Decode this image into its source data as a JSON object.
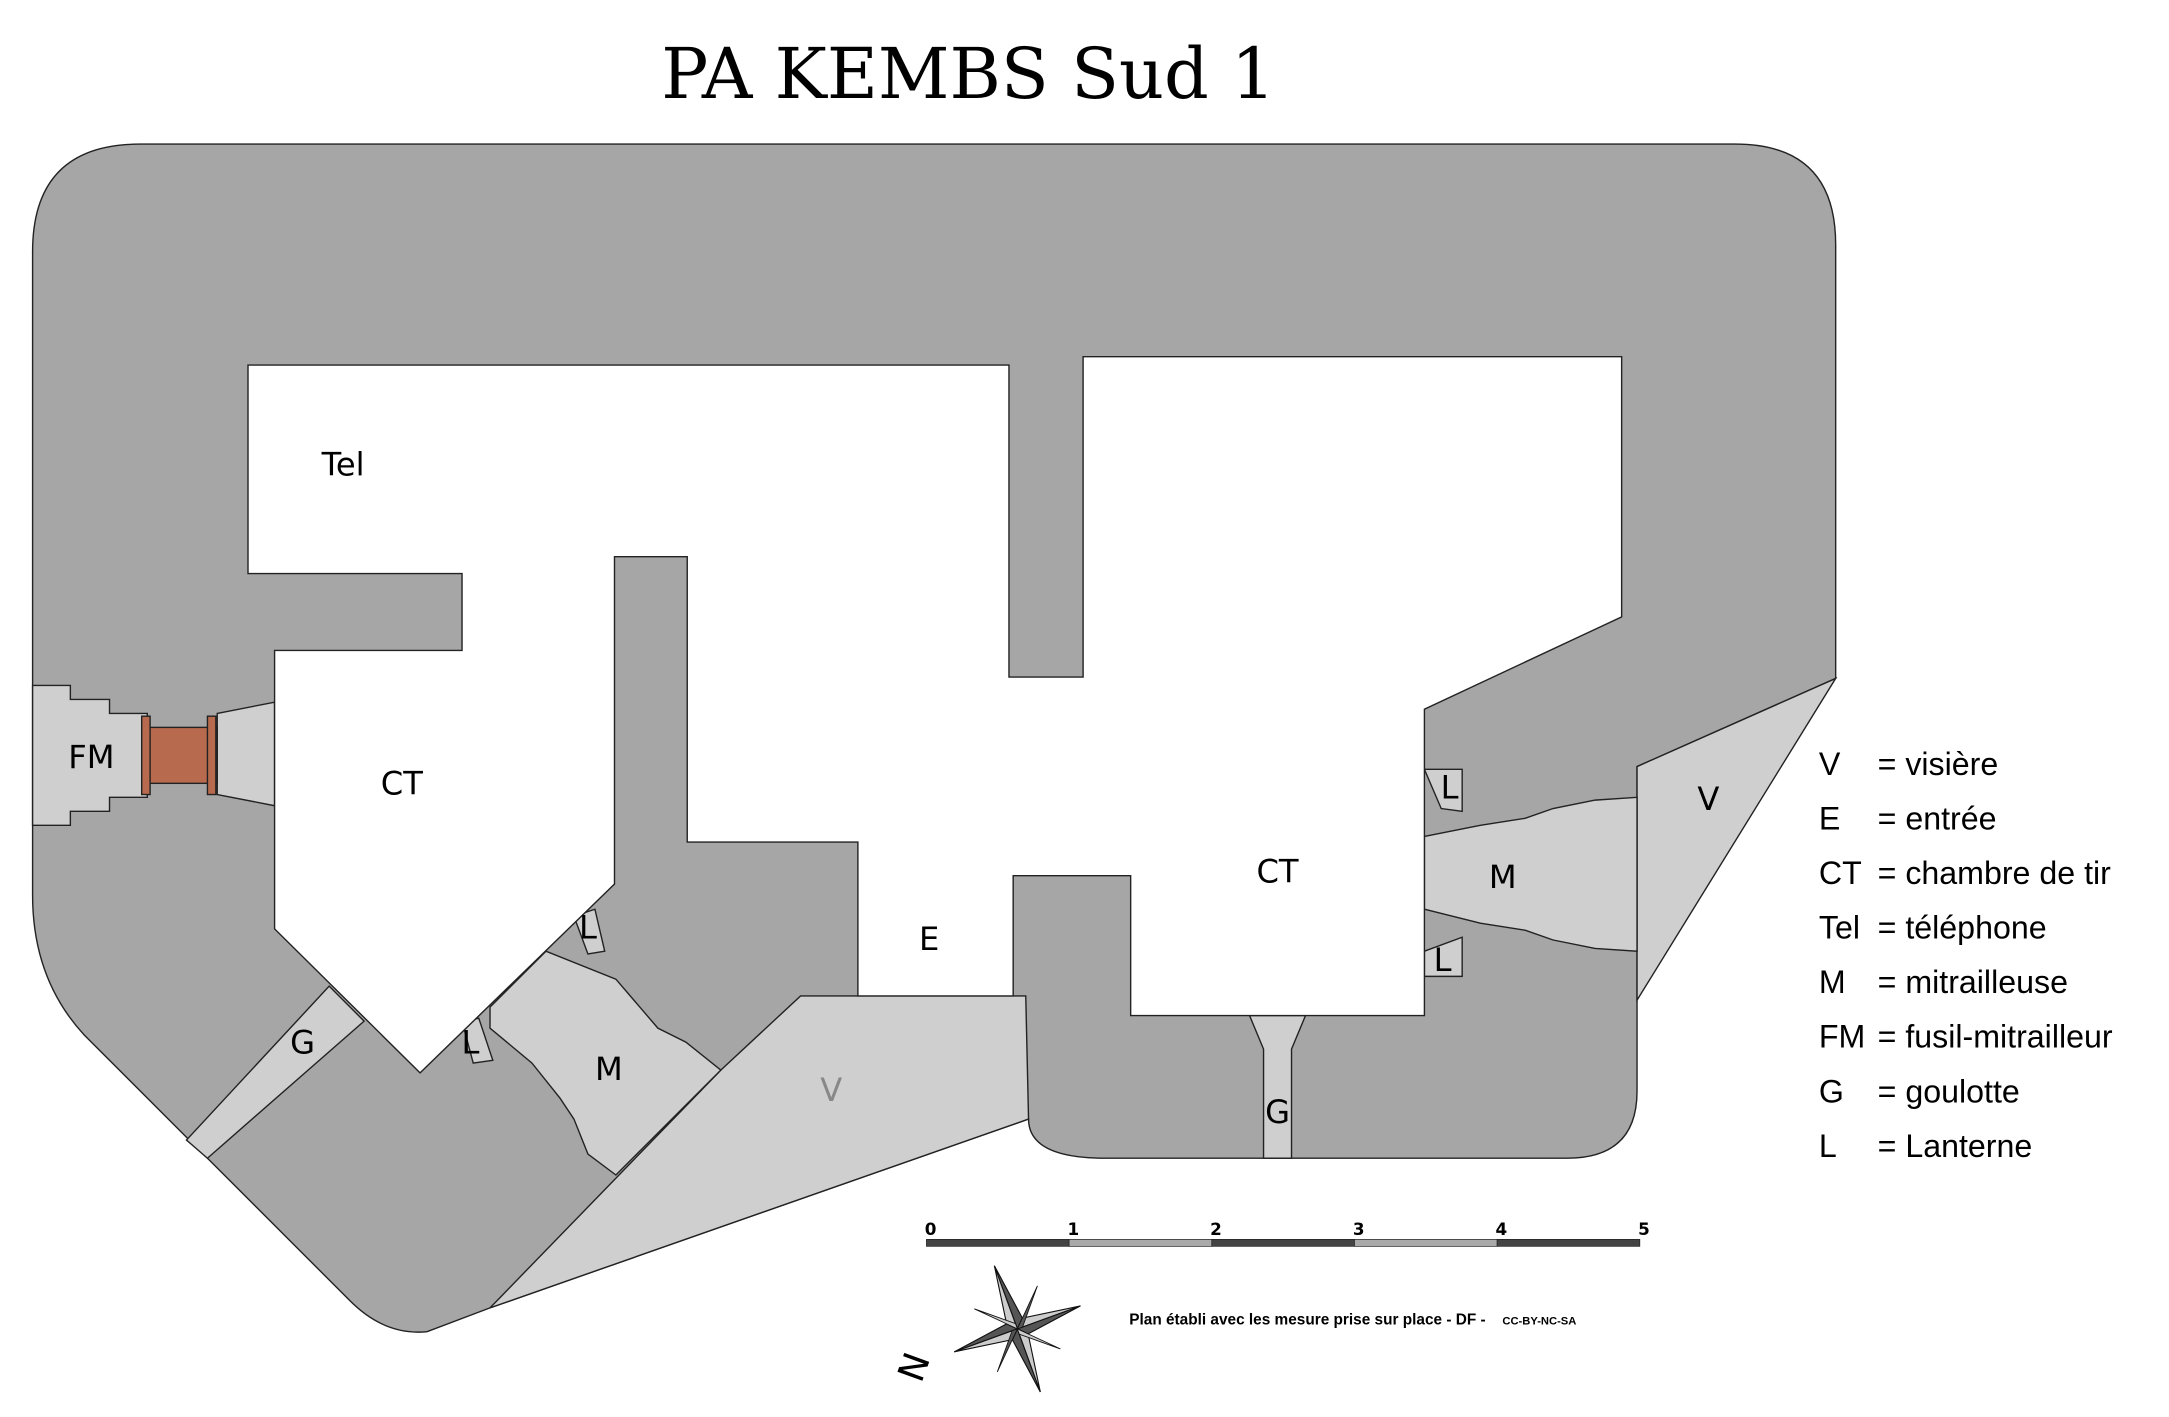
{
  "title": "PA KEMBS Sud 1",
  "rooms": {
    "tel": "Tel",
    "ct_left": "CT",
    "ct_right": "CT",
    "fm": "FM",
    "entrance": "E",
    "m_left": "M",
    "m_right": "M",
    "v_right": "V",
    "v_bottom": "V",
    "g_left": "G",
    "g_bottom": "G",
    "l_1": "L",
    "l_2": "L",
    "l_3": "L",
    "l_4": "L"
  },
  "legend": [
    {
      "abbr": "V",
      "meaning": "= visière"
    },
    {
      "abbr": "E",
      "meaning": "= entrée"
    },
    {
      "abbr": "CT",
      "meaning": "= chambre de tir"
    },
    {
      "abbr": "Tel",
      "meaning": "= téléphone"
    },
    {
      "abbr": "M",
      "meaning": "= mitrailleuse"
    },
    {
      "abbr": "FM",
      "meaning": "= fusil-mitrailleur"
    },
    {
      "abbr": "G",
      "meaning": "= goulotte"
    },
    {
      "abbr": "L",
      "meaning": "= Lanterne"
    }
  ],
  "scale_bar": {
    "ticks": [
      "0",
      "1",
      "2",
      "3",
      "4",
      "5"
    ]
  },
  "compass": {
    "north_label": "N"
  },
  "footer": {
    "note": "Plan établi avec les mesure prise sur place - DF -",
    "license": "CC-BY-NC-SA"
  },
  "colors": {
    "wall": "#a6a6a6",
    "light": "#cfcfcf",
    "embrasure": "#b86a4e"
  }
}
